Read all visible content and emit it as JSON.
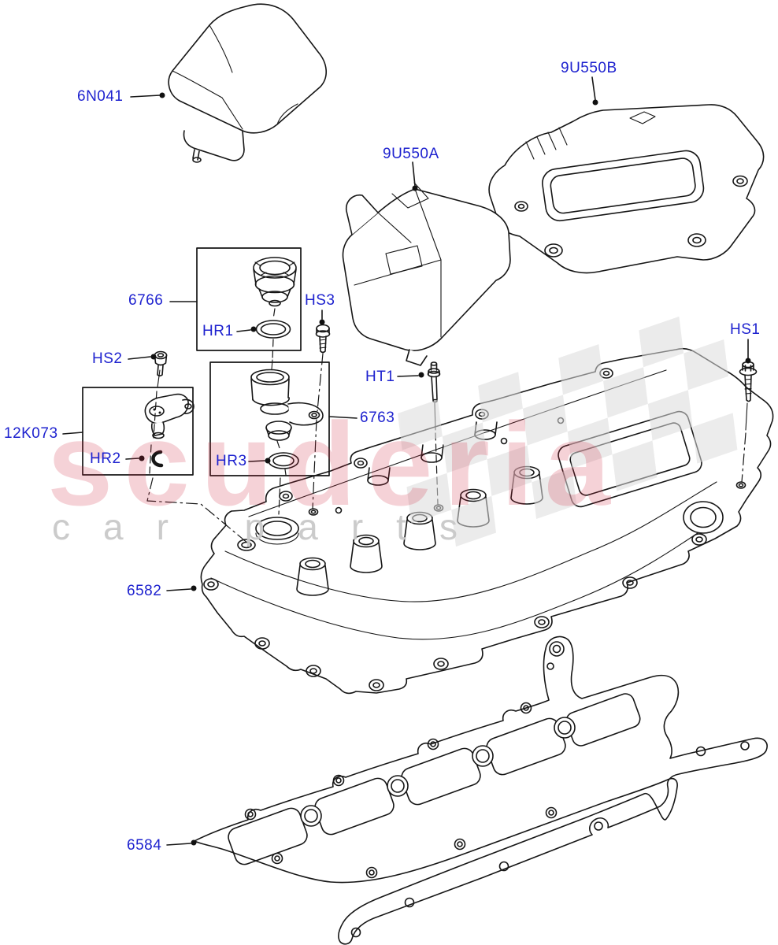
{
  "diagram": {
    "description": "Exploded parts diagram - camshaft cover, gasket, covers and fixings"
  },
  "labels": {
    "cover_small": "6N041",
    "engine_cover_top": "9U550B",
    "engine_cover_front": "9U550A",
    "filler_cap": "6766",
    "filler_cap_seal": "HR1",
    "screw_hs3": "HS3",
    "screw_hs2": "HS2",
    "camshaft_sensor": "12K073",
    "sensor_clip": "HR2",
    "breather": "6763",
    "breather_seal": "HR3",
    "stud_ht1": "HT1",
    "screw_hs1": "HS1",
    "camshaft_cover": "6582",
    "gasket": "6584"
  },
  "watermark": {
    "brand": "scuderia",
    "tagline": "car parts"
  },
  "colors": {
    "label-blue": "#1e22cf",
    "line": "#161616",
    "wm-red": "#d2233c",
    "wm-gray": "#c9c9c9",
    "checker": "#dcdcdc"
  }
}
